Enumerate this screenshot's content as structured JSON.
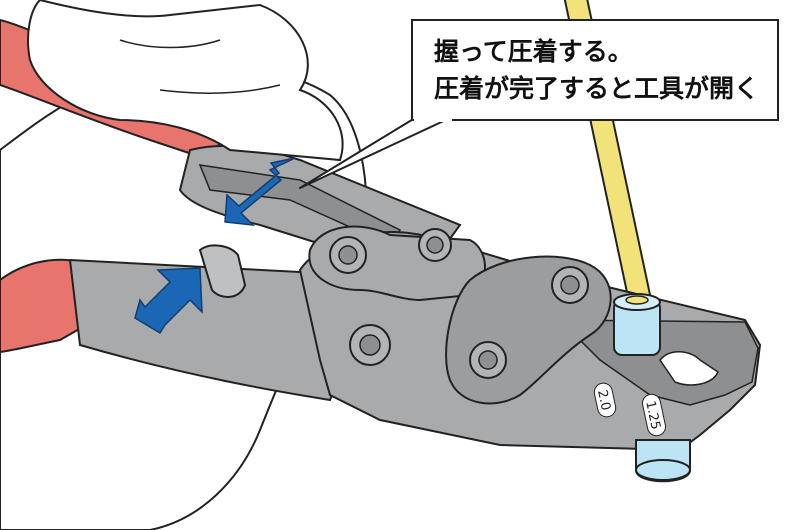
{
  "callout": {
    "line1": "握って圧着する。",
    "line2": "圧着が完了すると工具が開く"
  },
  "die_labels": {
    "small": "2.0",
    "large": "1.25"
  },
  "colors": {
    "grip": "#e8756d",
    "tool_body": "#a9aaac",
    "tool_dark": "#7f8082",
    "arrow": "#1c67b5",
    "wire": "#f2e27a",
    "sleeve": "#bde4f4"
  }
}
